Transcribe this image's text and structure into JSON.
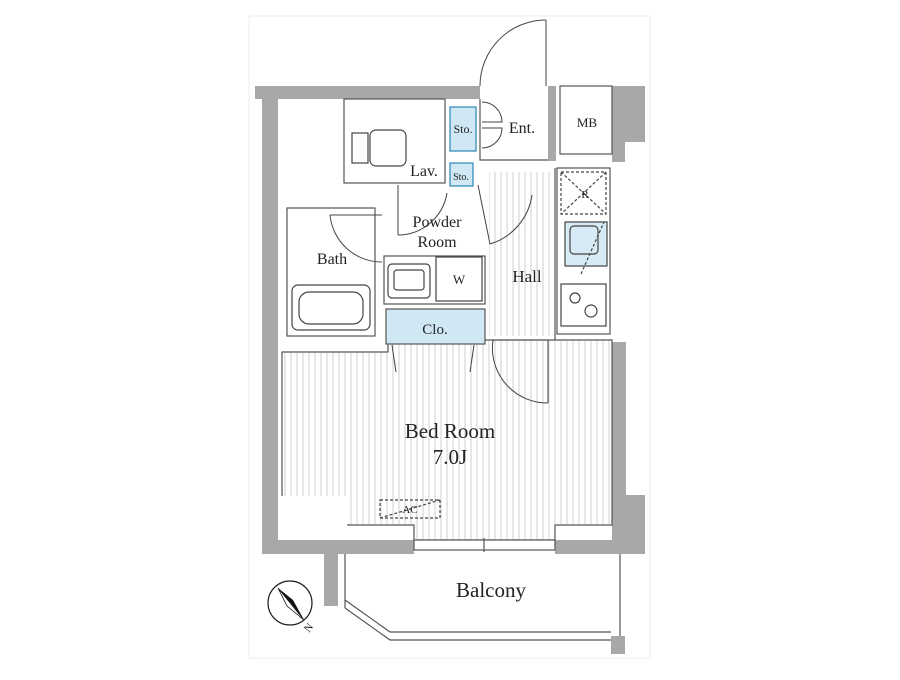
{
  "rooms": {
    "storage_entry": "Sto.",
    "entrance": "Ent.",
    "meter_box": "MB",
    "lavatory": "Lav.",
    "storage_small": "Sto.",
    "powder_room_line1": "Powder",
    "powder_room_line2": "Room",
    "refrigerator": "R",
    "bath": "Bath",
    "washer": "W",
    "hall": "Hall",
    "closet": "Clo.",
    "bedroom_line1": "Bed Room",
    "bedroom_line2": "7.0J",
    "air_conditioner": "AC",
    "balcony": "Balcony"
  },
  "compass": {
    "north": "N"
  },
  "colors": {
    "wall": "#a7a7a7",
    "storage_fill": "#cfe8f3",
    "storage_stroke": "#2b86b6",
    "floor_lines": "#c9c9c9"
  }
}
